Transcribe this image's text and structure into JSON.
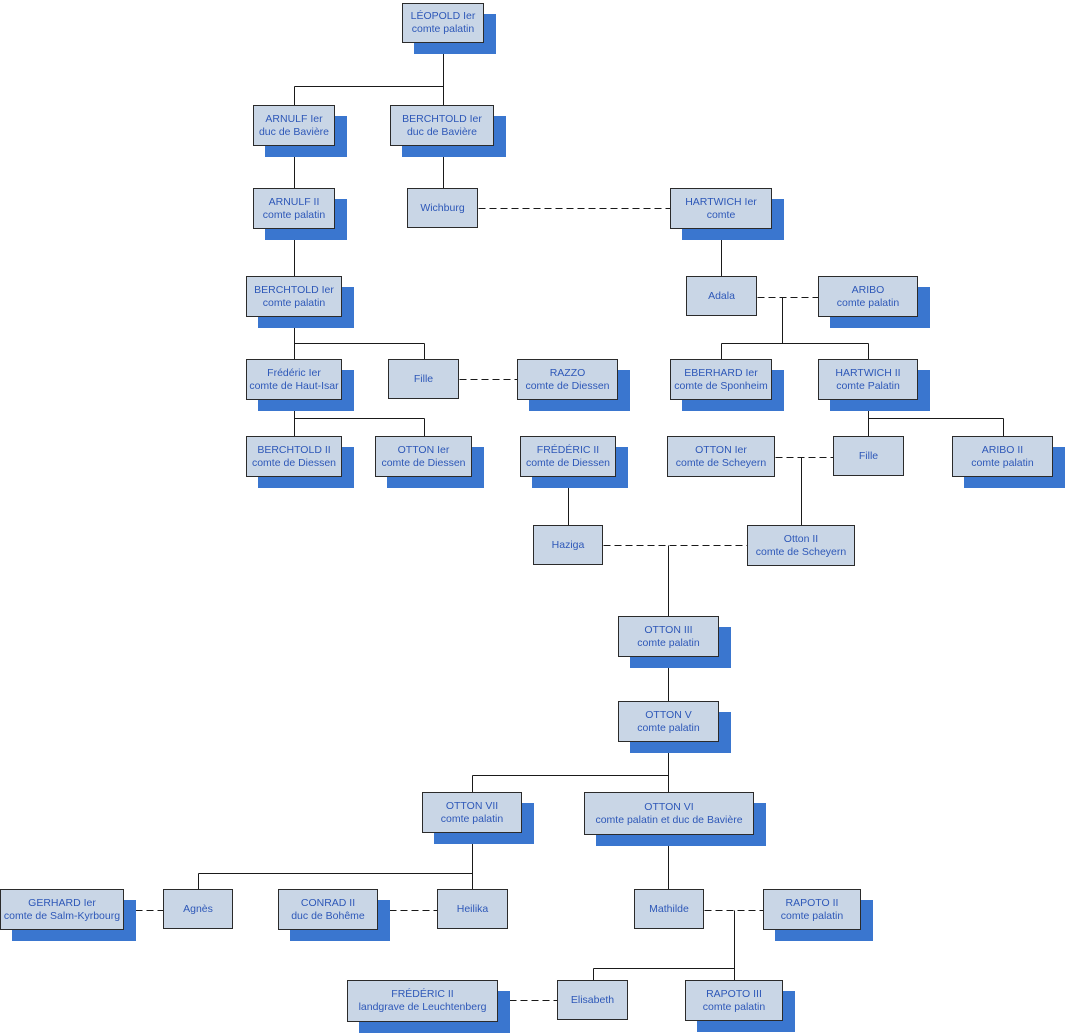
{
  "colors": {
    "box_fill": "#c9d6e6",
    "shadow": "#3a76cf",
    "text": "#2e58b8",
    "line": "#1a1a1a"
  },
  "nodes": {
    "leopold": {
      "name": "LÉOPOLD Ier",
      "title": "comte palatin"
    },
    "arnulf1": {
      "name": "ARNULF Ier",
      "title": "duc de Bavière"
    },
    "berchtold_duc": {
      "name": "BERCHTOLD Ier",
      "title": "duc de Bavière"
    },
    "arnulf2": {
      "name": "ARNULF II",
      "title": "comte palatin"
    },
    "wichburg": {
      "name": "Wichburg",
      "title": ""
    },
    "hartwich1": {
      "name": "HARTWICH Ier",
      "title": "comte"
    },
    "berchtold_cp": {
      "name": "BERCHTOLD Ier",
      "title": "comte palatin"
    },
    "adala": {
      "name": "Adala",
      "title": ""
    },
    "aribo": {
      "name": "ARIBO",
      "title": "comte palatin"
    },
    "frederic1": {
      "name": "Frédéric Ier",
      "title": "comte de Haut-Isar"
    },
    "fille1": {
      "name": "Fille",
      "title": ""
    },
    "razzo": {
      "name": "RAZZO",
      "title": "comte de Diessen"
    },
    "eberhard": {
      "name": "EBERHARD Ier",
      "title": "comte de Sponheim"
    },
    "hartwich2": {
      "name": "HARTWICH II",
      "title": "comte Palatin"
    },
    "berchtold2": {
      "name": "BERCHTOLD II",
      "title": "comte de Diessen"
    },
    "otton1_d": {
      "name": "OTTON Ier",
      "title": "comte de Diessen"
    },
    "frederic2_d": {
      "name": "FRÉDÉRIC II",
      "title": "comte de Diessen"
    },
    "otton1_s": {
      "name": "OTTON Ier",
      "title": "comte de Scheyern"
    },
    "fille2": {
      "name": "Fille",
      "title": ""
    },
    "aribo2": {
      "name": "ARIBO II",
      "title": "comte palatin"
    },
    "haziga": {
      "name": "Haziga",
      "title": ""
    },
    "otton2": {
      "name": "Otton II",
      "title": "comte de Scheyern"
    },
    "otton3": {
      "name": "OTTON III",
      "title": "comte palatin"
    },
    "otton5": {
      "name": "OTTON V",
      "title": "comte palatin"
    },
    "otton7": {
      "name": "OTTON VII",
      "title": "comte palatin"
    },
    "otton6": {
      "name": "OTTON VI",
      "title": "comte palatin et duc de Bavière"
    },
    "gerhard": {
      "name": "GERHARD Ier",
      "title": "comte de Salm-Kyrbourg"
    },
    "agnes": {
      "name": "Agnès",
      "title": ""
    },
    "conrad2": {
      "name": "CONRAD II",
      "title": "duc de Bohême"
    },
    "heilika": {
      "name": "Heilika",
      "title": ""
    },
    "mathilde": {
      "name": "Mathilde",
      "title": ""
    },
    "rapoto2": {
      "name": "RAPOTO II",
      "title": "comte palatin"
    },
    "frederic2_l": {
      "name": "FRÉDÉRIC II",
      "title": "landgrave de Leuchtenberg"
    },
    "elisabeth": {
      "name": "Elisabeth",
      "title": ""
    },
    "rapoto3": {
      "name": "RAPOTO III",
      "title": "comte palatin"
    }
  }
}
